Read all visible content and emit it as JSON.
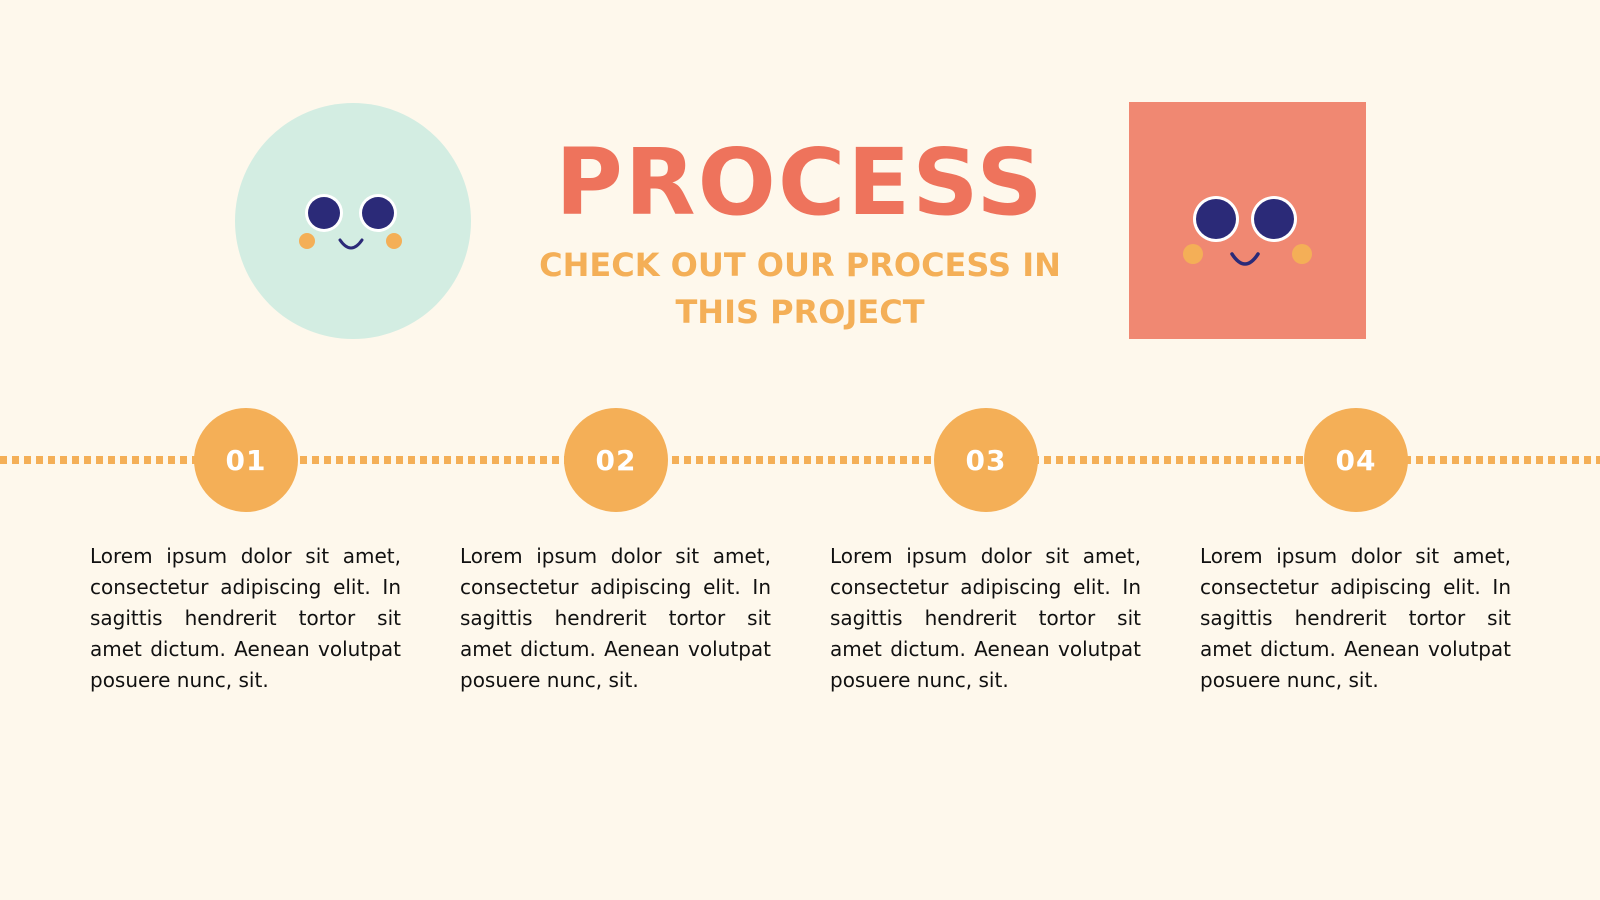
{
  "slide": {
    "title": "PROCESS",
    "subtitle": "CHECK OUT OUR PROCESS IN THIS PROJECT"
  },
  "characters": {
    "left": {
      "icon": "smiley-circle-icon",
      "color": "#D3EDE2"
    },
    "right": {
      "icon": "smiley-square-icon",
      "color": "#F08872"
    }
  },
  "colors": {
    "background": "#FEF8EC",
    "title": "#EE735C",
    "accent": "#F4AF57",
    "eyes": "#2B2A78",
    "text": "#111111"
  },
  "steps": [
    {
      "number": "01",
      "text": "Lorem ipsum dolor sit amet, consectetur adipiscing elit. In sagittis hendrerit tortor sit amet dictum. Aenean volutpat posuere nunc, sit."
    },
    {
      "number": "02",
      "text": "Lorem ipsum dolor sit amet, consectetur adipiscing elit. In sagittis hendrerit tortor sit amet dictum. Aenean volutpat posuere nunc, sit."
    },
    {
      "number": "03",
      "text": "Lorem ipsum dolor sit amet, consectetur adipiscing elit. In sagittis hendrerit tortor sit amet dictum. Aenean volutpat posuere nunc, sit."
    },
    {
      "number": "04",
      "text": "Lorem ipsum dolor sit amet, consectetur adipiscing elit. In sagittis hendrerit tortor sit amet dictum. Aenean volutpat posuere nunc, sit."
    }
  ]
}
